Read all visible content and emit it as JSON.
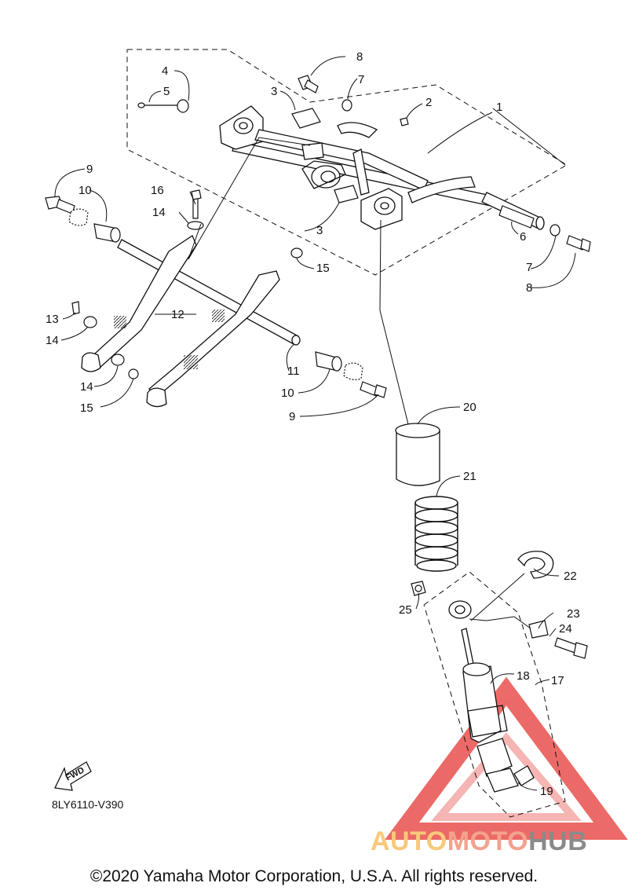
{
  "diagram": {
    "ref_code": "8LY6110-V390",
    "fwd_label": "FWD",
    "copyright": "©2020 Yamaha Motor Corporation, U.S.A. All rights reserved.",
    "watermark": {
      "part1": "AUTO",
      "part2": "MOTO",
      "part3": "HUB"
    },
    "colors": {
      "line": "#111111",
      "watermark_red": "#e53935",
      "watermark_yellow": "#f7c97a",
      "watermark_gray": "#8a8a8a"
    },
    "callouts": {
      "c1": "1",
      "c2": "2",
      "c3a": "3",
      "c3b": "3",
      "c4": "4",
      "c5": "5",
      "c6": "6",
      "c7a": "7",
      "c7b": "7",
      "c8a": "8",
      "c8b": "8",
      "c9a": "9",
      "c9b": "9",
      "c10a": "10",
      "c10b": "10",
      "c11": "11",
      "c12": "12",
      "c13": "13",
      "c14a": "14",
      "c14b": "14",
      "c14c": "14",
      "c15a": "15",
      "c15b": "15",
      "c16": "16",
      "c17": "17",
      "c18": "18",
      "c19": "19",
      "c20": "20",
      "c21": "21",
      "c22": "22",
      "c23": "23",
      "c24": "24",
      "c25": "25"
    }
  }
}
